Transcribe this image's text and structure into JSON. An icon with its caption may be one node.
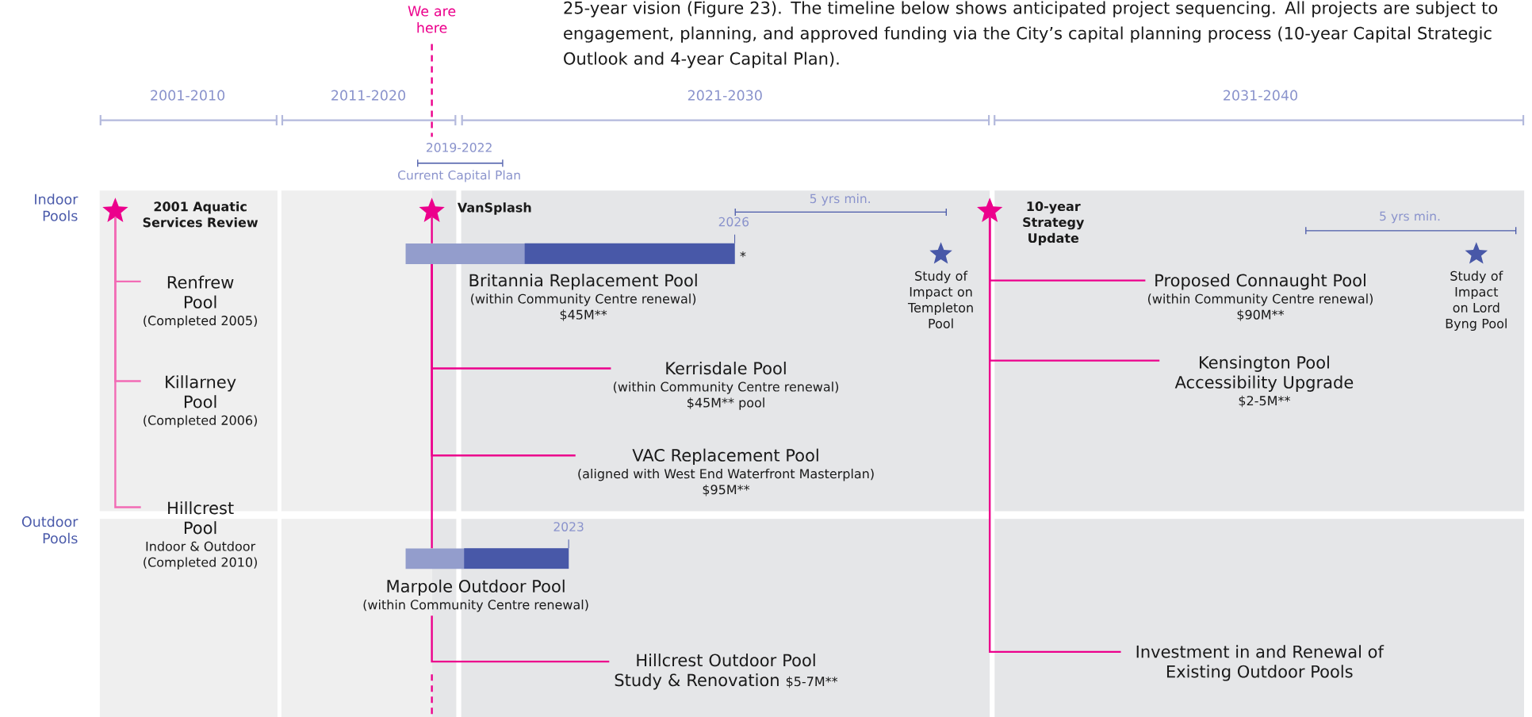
{
  "diagram": {
    "nodes": [
      {
        "text": [
          "2001 Aquatic Services Review"
        ]
      },
      {
        "text": [
          "Renfrew Pool",
          "(Completed 2005)"
        ]
      },
      {
        "text": [
          "Killarney Pool",
          "(Completed 2006)"
        ]
      },
      {
        "text": [
          "Hillcrest Pool",
          "Indoor & Outdoor",
          "(Completed 2010)"
        ]
      },
      {
        "text": [
          "VanSplash"
        ]
      },
      {
        "text": [
          "Britannia Replacement Pool",
          "(within Community Centre renewal)",
          "$45M**"
        ],
        "beside": [
          "2026",
          "*"
        ]
      },
      {
        "text": [
          "Kerrisdale Pool",
          "(within Community Centre renewal)",
          "$45M** pool"
        ]
      },
      {
        "text": [
          "VAC Replacement Pool",
          "(aligned with West End Waterfront Masterplan)",
          "$95M**"
        ]
      },
      {
        "text": [
          "Marpole Outdoor Pool",
          "(within Community Centre renewal)"
        ]
      },
      {
        "text": [
          "Hillcrest Outdoor Pool Study & Renovation",
          "$5-7M**"
        ]
      },
      {
        "text": [
          "Study of Impact on Templeton Pool"
        ]
      },
      {
        "text": [
          "10-year Strategy Update"
        ]
      },
      {
        "text": [
          "Proposed Connaught Pool",
          "(within Community Centre renewal)",
          "$90M**"
        ]
      },
      {
        "text": [
          "Kensington Pool Accessibility Upgrade",
          "$2-5M**"
        ]
      },
      {
        "text": [
          "Study of Impact on Lord Byng Pool"
        ]
      },
      {
        "text": [
          "Investment in and Renewal of Existing Outdoor Pools"
        ]
      }
    ],
    "edges": [
      {
        "from": 0,
        "to": 1,
        "arrow": "none",
        "color": "#f26bb5"
      },
      {
        "from": 0,
        "to": 2,
        "arrow": "none",
        "color": "#f26bb5"
      },
      {
        "from": 0,
        "to": 3,
        "arrow": "none",
        "color": "#f26bb5"
      },
      {
        "from": 4,
        "to": 5,
        "arrow": "none"
      },
      {
        "from": 5,
        "to": 6,
        "arrow": "none"
      },
      {
        "from": 5,
        "to": 7,
        "arrow": "none"
      },
      {
        "from": 5,
        "to": 8,
        "arrow": "none"
      },
      {
        "from": 8,
        "to": 9,
        "arrow": "none"
      },
      {
        "from": 11,
        "to": 12,
        "arrow": "none"
      },
      {
        "from": 11,
        "to": 13,
        "arrow": "none"
      },
      {
        "from": 11,
        "to": 15,
        "arrow": "none"
      }
    ],
    "labels": [
      "25-year vision (Figure 23). The timeline below shows anticipated project sequencing. All projects are subject to engagement, planning, and approved funding via the City’s capital planning process (10-year Capital Strategic Outlook and 4-year Capital Plan).",
      "We are here",
      "2001-2010",
      "2011-2020",
      "2021-2030",
      "2031-2040",
      "2019-2022",
      "Current Capital Plan",
      "Indoor Pools",
      "5 yrs min.",
      "5 yrs min.",
      "Outdoor Pools",
      "2023"
    ]
  }
}
